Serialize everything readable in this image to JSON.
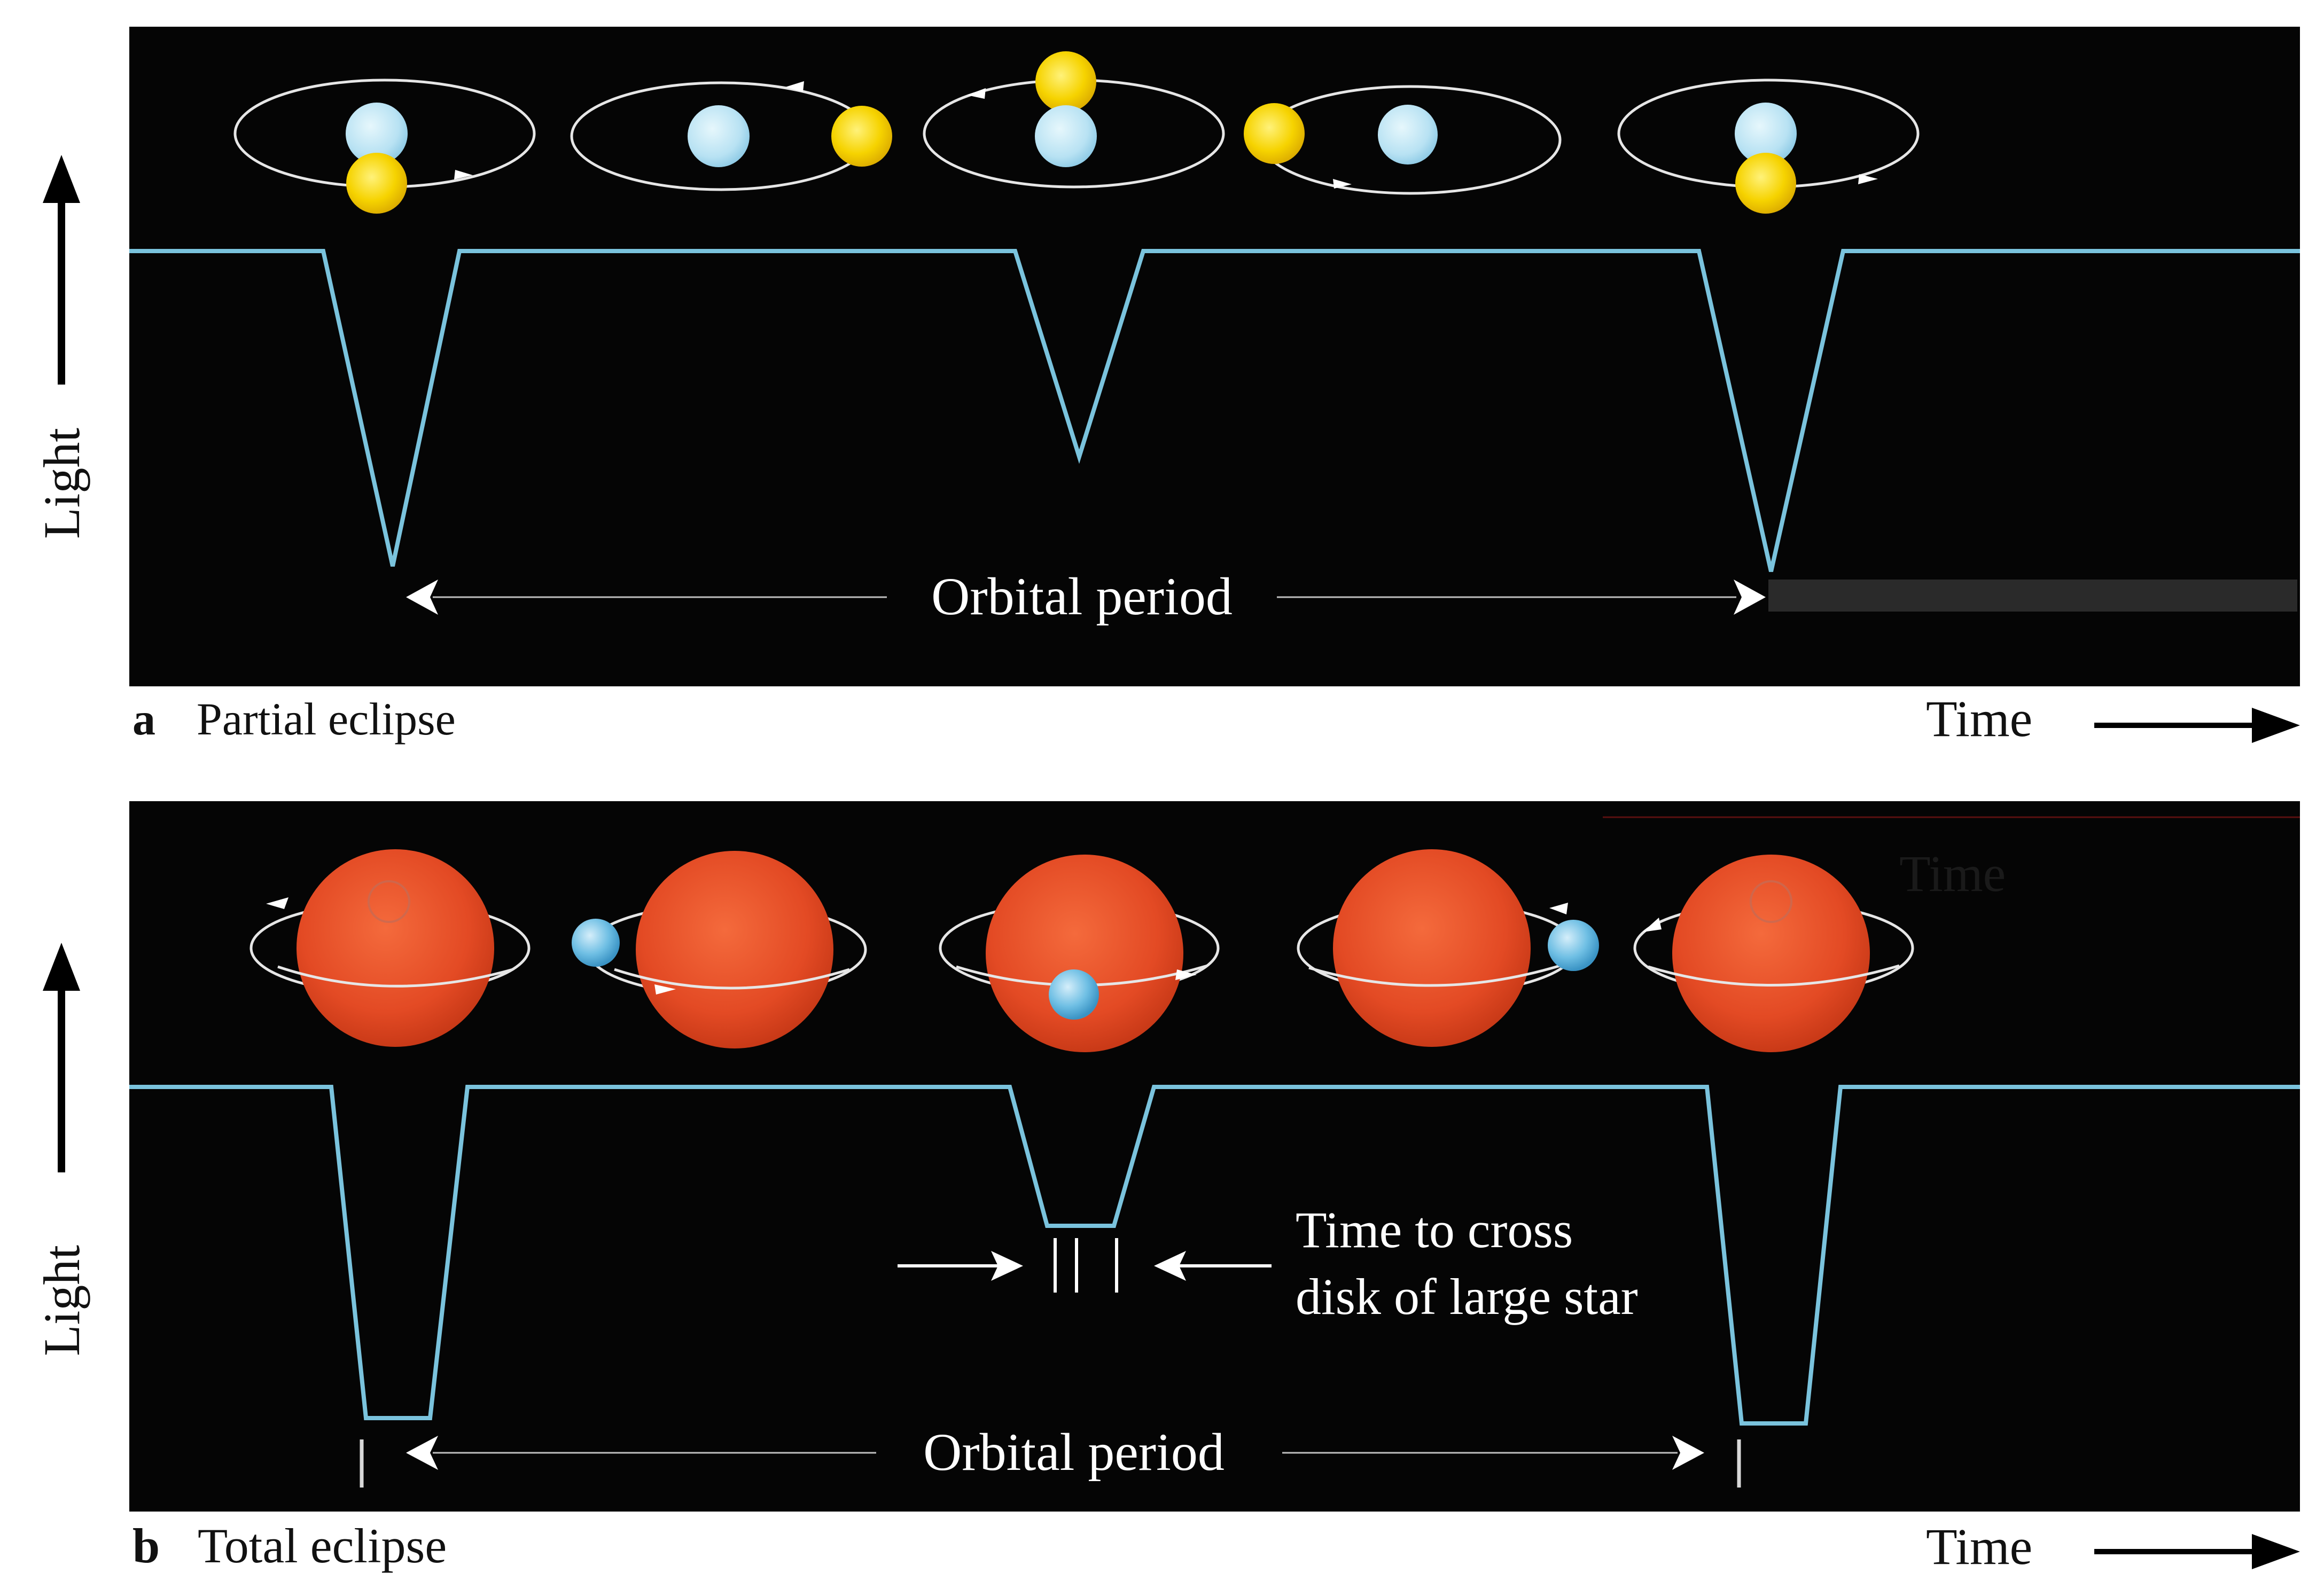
{
  "panels": {
    "a": {
      "letter": "a",
      "caption": "Partial eclipse",
      "y_axis_label": "Light",
      "x_axis_label": "Time",
      "period_label": "Orbital period"
    },
    "b": {
      "letter": "b",
      "caption": "Total eclipse",
      "y_axis_label": "Light",
      "x_axis_label": "Time",
      "period_label": "Orbital period",
      "cross_label_line1": "Time to cross",
      "cross_label_line2": "disk of large star",
      "faint_label": "Time"
    }
  },
  "colors": {
    "background": "#050505",
    "light_curve": "#7ac3dd",
    "blue_star": "#bfe6f5",
    "yellow_star": "#f5d400",
    "red_giant": "#e04a25",
    "small_blue_star": "#5fb7e0"
  }
}
